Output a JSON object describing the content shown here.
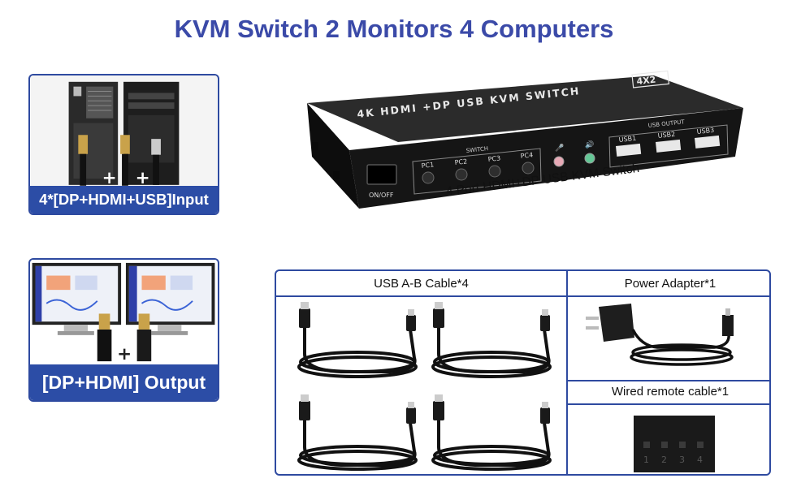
{
  "title": "KVM Switch 2 Monitors 4 Computers",
  "input_panel": {
    "label": "4*[DP+HDMI+USB]Input"
  },
  "output_panel": {
    "label": "[DP+HDMI] Output"
  },
  "device": {
    "model_text": "4K HDMI +DP USB KVM SWITCH",
    "badge": "4X2",
    "switch_label": "SWITCH",
    "pc_buttons": [
      "PC1",
      "PC2",
      "PC3",
      "PC4"
    ],
    "usb_output_label": "USB OUTPUT",
    "usb_ports": [
      "USB1",
      "USB2",
      "USB3"
    ],
    "power_label": "ON/OFF",
    "caption": "4 Port HDMI+DP USB KVM Switch"
  },
  "accessories": {
    "usb_cable": "USB A-B Cable*4",
    "power_adapter": "Power Adapter*1",
    "remote_cable": "Wired remote cable*1",
    "remote_numbers": [
      "1",
      "2",
      "3",
      "4"
    ]
  }
}
